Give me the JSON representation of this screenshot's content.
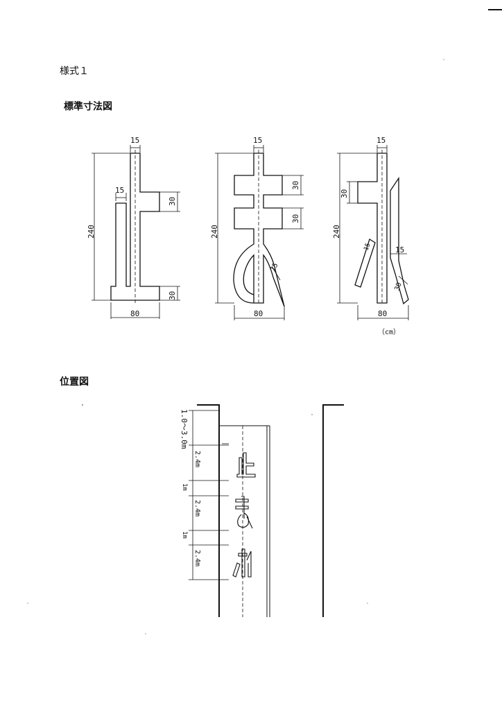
{
  "page": {
    "form_label": "様式１",
    "section1_title": "標準寸法図",
    "section2_title": "位置図"
  },
  "figure1": {
    "unit": "（cm）",
    "dims": {
      "a": {
        "top": "15",
        "height": "240",
        "width": "80",
        "stem": "15",
        "arm_top": "30",
        "arm_bottom": "30"
      },
      "b": {
        "top": "15",
        "height": "240",
        "width": "80",
        "bar1": "30",
        "bar2": "30",
        "tail": "15"
      },
      "c": {
        "top": "15",
        "height": "240",
        "width": "80",
        "arm": "30",
        "slash": "15",
        "stroke": "15",
        "hook": "30"
      }
    }
  },
  "figure2": {
    "dims": [
      "1.0～3.0m",
      "2.4m",
      "1m",
      "2.4m",
      "1m",
      "2.4m"
    ]
  }
}
